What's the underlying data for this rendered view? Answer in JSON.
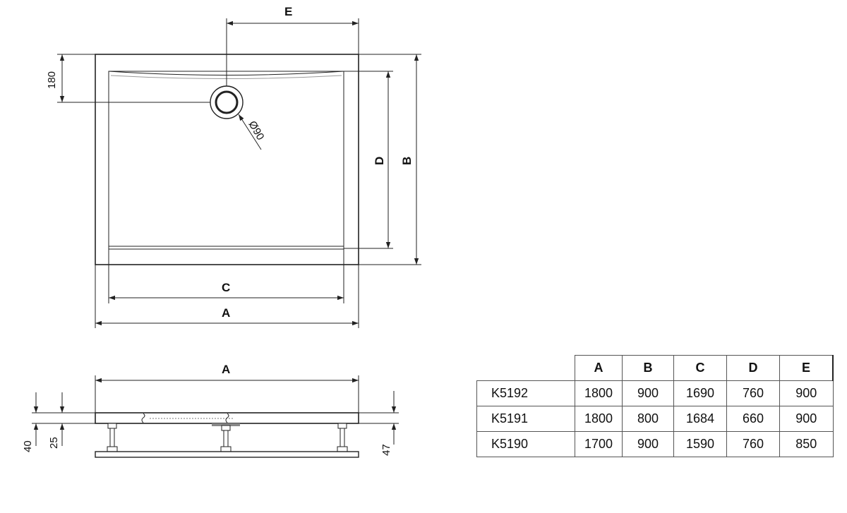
{
  "labels": {
    "dim_a_top": "A",
    "dim_c": "C",
    "dim_a_side": "A",
    "dim_b": "B",
    "dim_d": "D",
    "dim_e": "E",
    "dim_180": "180",
    "diameter": "Ø90",
    "dim_40": "40",
    "dim_25": "25",
    "dim_47": "47"
  },
  "table": {
    "headers": [
      "A",
      "B",
      "C",
      "D",
      "E"
    ],
    "rows": [
      {
        "model": "K5192",
        "values": [
          "1800",
          "900",
          "1690",
          "760",
          "900"
        ]
      },
      {
        "model": "K5191",
        "values": [
          "1800",
          "800",
          "1684",
          "660",
          "900"
        ]
      },
      {
        "model": "K5190",
        "values": [
          "1700",
          "900",
          "1590",
          "760",
          "850"
        ]
      }
    ]
  }
}
